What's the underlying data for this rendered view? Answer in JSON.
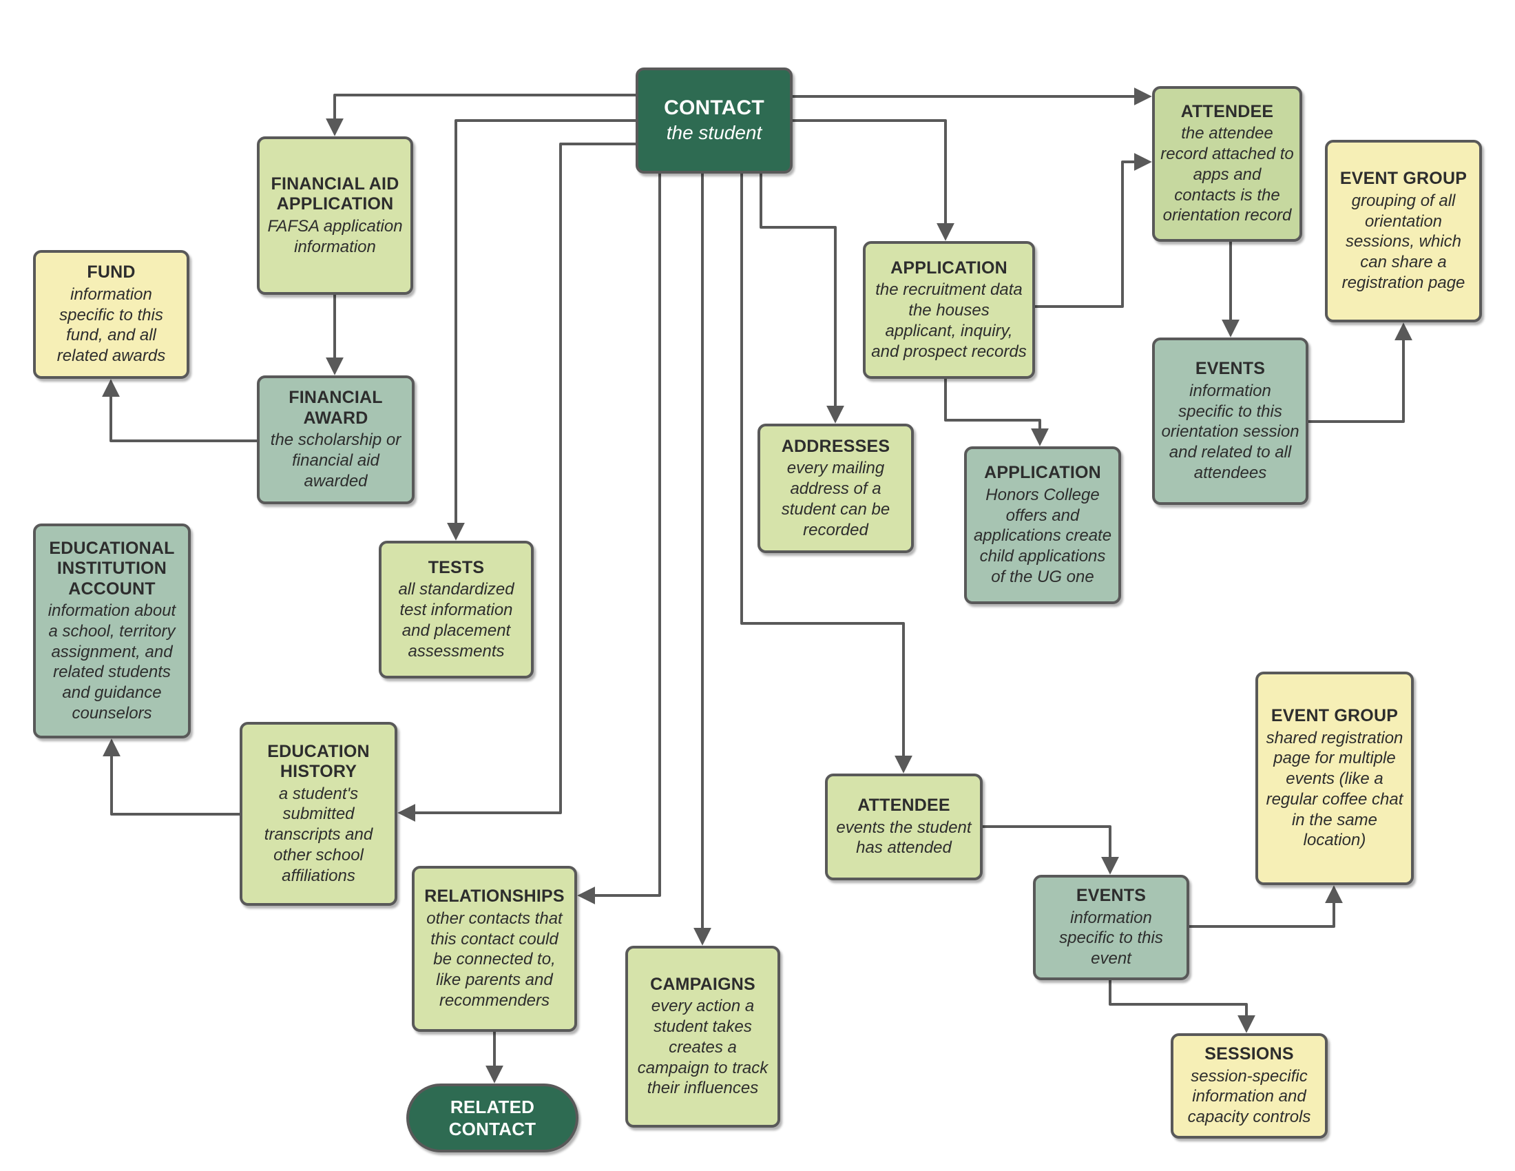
{
  "palette": {
    "background": "#ffffff",
    "node_border": "#595959",
    "connector": "#595959",
    "dark_green": "#2e6b52",
    "light_green": "#d6e3aa",
    "medium_green": "#c6d89f",
    "sage_teal": "#a7c4b2",
    "yellow": "#f6efb6",
    "text": "#2d2d2d",
    "text_on_dark": "#ffffff"
  },
  "nodes": {
    "contact": {
      "title": "CONTACT",
      "desc": "the student"
    },
    "financial_aid_application": {
      "title": "FINANCIAL AID APPLICATION",
      "desc": "FAFSA application information"
    },
    "fund": {
      "title": "FUND",
      "desc": "information specific to this fund, and all related awards"
    },
    "financial_award": {
      "title": "FINANCIAL AWARD",
      "desc": "the scholarship or financial aid awarded"
    },
    "educational_institution_account": {
      "title": "EDUCATIONAL INSTITUTION ACCOUNT",
      "desc": "information about a school, territory assignment, and related students and guidance counselors"
    },
    "tests": {
      "title": "TESTS",
      "desc": "all standardized test information and placement assessments"
    },
    "education_history": {
      "title": "EDUCATION HISTORY",
      "desc": "a student's submitted transcripts and other school affiliations"
    },
    "relationships": {
      "title": "RELATIONSHIPS",
      "desc": "other contacts that this contact could be connected to, like parents and recommenders"
    },
    "related_contact": {
      "title": "RELATED CONTACT"
    },
    "campaigns": {
      "title": "CAMPAIGNS",
      "desc": "every action a student takes creates a campaign to track their influences"
    },
    "addresses": {
      "title": "ADDRESSES",
      "desc": "every mailing address of a student can be recorded"
    },
    "application_ug": {
      "title": "APPLICATION",
      "desc": "the recruitment data the houses applicant, inquiry, and prospect records"
    },
    "application_honors": {
      "title": "APPLICATION",
      "desc": "Honors College offers and applications create child applications of the UG one"
    },
    "attendee_orientation": {
      "title": "ATTENDEE",
      "desc": "the attendee record attached to apps and contacts is the orientation record"
    },
    "event_group_orientation": {
      "title": "EVENT GROUP",
      "desc": "grouping of all orientation sessions, which can share a registration page"
    },
    "events_orientation": {
      "title": "EVENTS",
      "desc": "information specific to this orientation session and related to all attendees"
    },
    "attendee_events": {
      "title": "ATTENDEE",
      "desc": "events the student has attended"
    },
    "events_event": {
      "title": "EVENTS",
      "desc": "information specific to this event"
    },
    "event_group_shared": {
      "title": "EVENT GROUP",
      "desc": "shared registration page for multiple events (like a regular coffee chat in the same location)"
    },
    "sessions": {
      "title": "SESSIONS",
      "desc": "session-specific information and capacity controls"
    }
  }
}
